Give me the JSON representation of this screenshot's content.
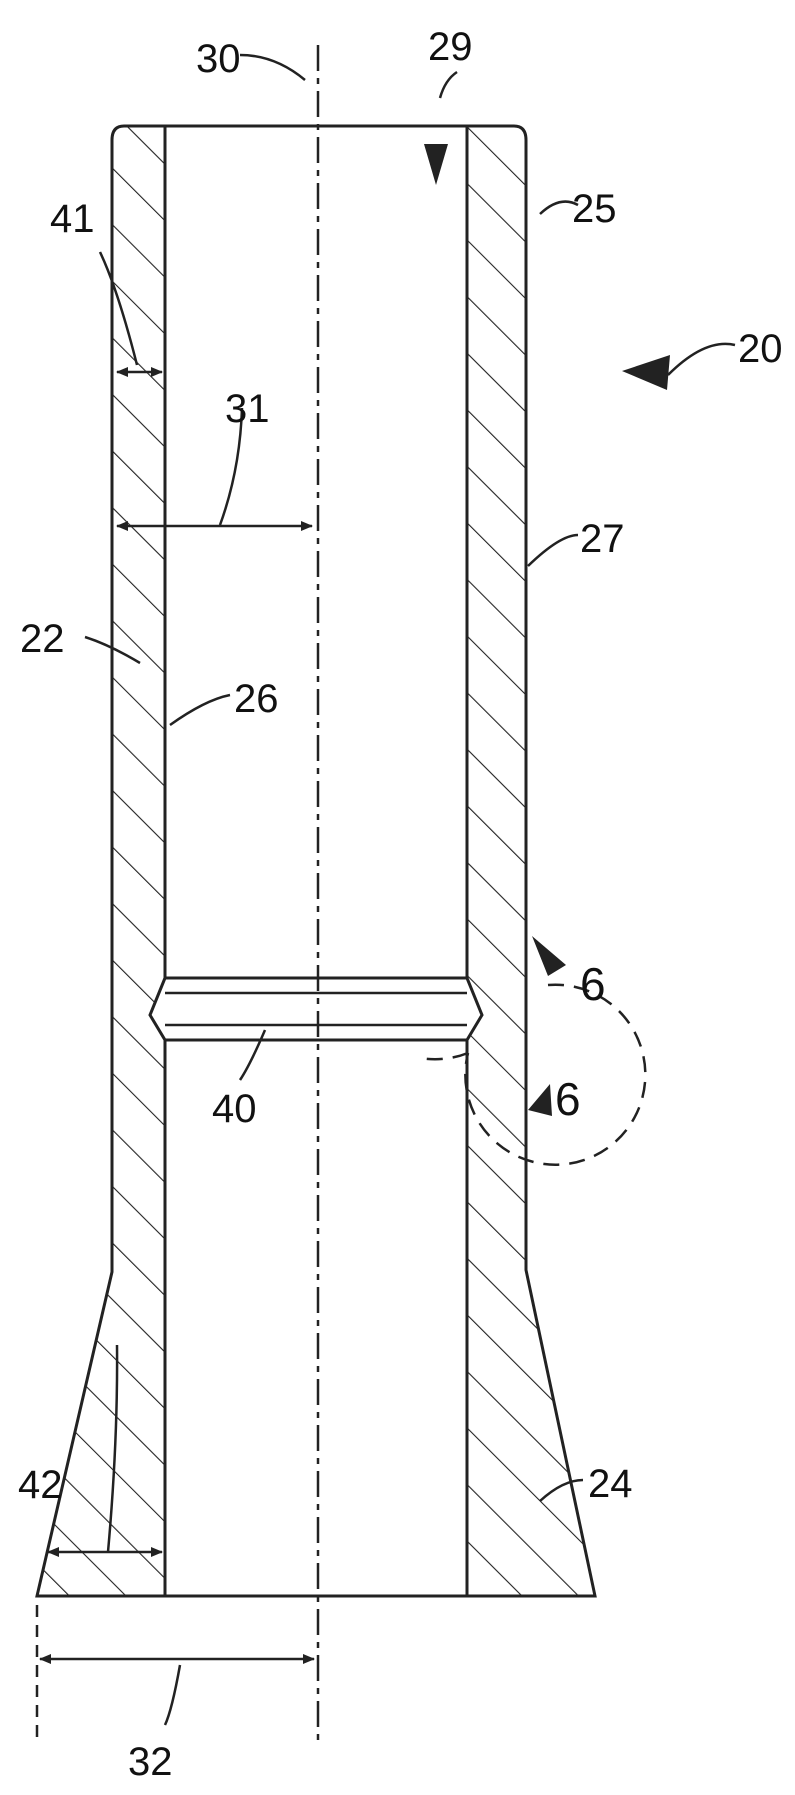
{
  "figure": {
    "labels": {
      "l20": "20",
      "l22": "22",
      "l24": "24",
      "l25": "25",
      "l26": "26",
      "l27": "27",
      "l29": "29",
      "l30": "30",
      "l31": "31",
      "l32": "32",
      "l40": "40",
      "l41": "41",
      "l42": "42",
      "l6a": "6",
      "l6b": "6"
    }
  }
}
